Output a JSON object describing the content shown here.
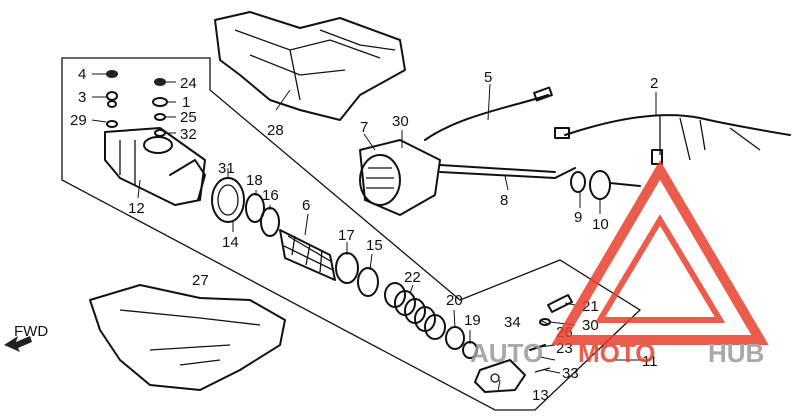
{
  "callouts": {
    "c1": "1",
    "c2": "2",
    "c3": "3",
    "c4": "4",
    "c5": "5",
    "c6": "6",
    "c7": "7",
    "c8": "8",
    "c9": "9",
    "c10": "10",
    "c11": "11",
    "c12": "12",
    "c13": "13",
    "c14": "14",
    "c15": "15",
    "c16": "16",
    "c17": "17",
    "c18": "18",
    "c19": "19",
    "c20": "20",
    "c21": "21",
    "c22": "22",
    "c23": "23",
    "c24": "24",
    "c25": "25",
    "c26": "26",
    "c27": "27",
    "c28": "28",
    "c29": "29",
    "c30a": "30",
    "c30b": "30",
    "c31": "31",
    "c32": "32",
    "c33": "33",
    "c34": "34"
  },
  "direction_label": "FWD",
  "watermark": {
    "text_a": "AUTO",
    "text_b": "MOTO",
    "text_c": "HUB",
    "color_red": "#e8402f",
    "color_gray": "#9a9a9a"
  }
}
